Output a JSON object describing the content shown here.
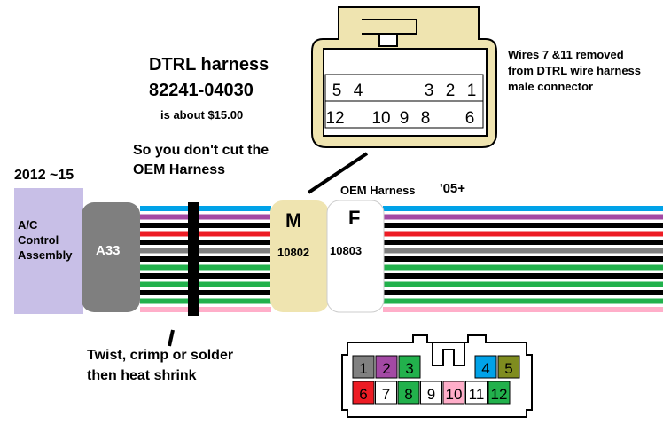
{
  "title": {
    "line1": "DTRL harness",
    "line2": "82241-04030",
    "price": "is about $15.00"
  },
  "note_no_cut": {
    "line1": "So you don't cut the",
    "line2": "OEM Harness"
  },
  "model_years": {
    "new": "2012 ~15",
    "old": "'05+"
  },
  "ac_assembly": {
    "line1": "A/C",
    "line2": "Control",
    "line3": "Assembly"
  },
  "a33_label": "A33",
  "oem_harness_label": "OEM Harness",
  "connector_m": {
    "letter": "M",
    "part": "10802"
  },
  "connector_f": {
    "letter": "F",
    "part": "10803"
  },
  "removed_note": {
    "line1": "Wires 7 &11 removed",
    "line2": "from DTRL wire harness",
    "line3": "male connector"
  },
  "instructions": {
    "line1": "Twist, crimp or solder",
    "line2": "then heat shrink"
  },
  "male_pins": {
    "top": [
      "5",
      "4",
      "",
      "3",
      "2",
      "1"
    ],
    "bottom": [
      "12",
      "",
      "10",
      "9",
      "8",
      "",
      "6"
    ]
  },
  "female_pins": {
    "top": [
      {
        "num": "1",
        "color": "#808080"
      },
      {
        "num": "2",
        "color": "#a349a4"
      },
      {
        "num": "3",
        "color": "#22b14c"
      },
      {
        "num": "4",
        "color": "#00a2e8"
      },
      {
        "num": "5",
        "color": "#7f8c1f"
      }
    ],
    "bottom": [
      {
        "num": "6",
        "color": "#ed1c24"
      },
      {
        "num": "7",
        "color": "#ffffff"
      },
      {
        "num": "8",
        "color": "#22b14c"
      },
      {
        "num": "9",
        "color": "#ffffff"
      },
      {
        "num": "10",
        "color": "#ffaec9"
      },
      {
        "num": "11",
        "color": "#ffffff"
      },
      {
        "num": "12",
        "color": "#22b14c"
      }
    ]
  },
  "colors": {
    "ac_box": "#c8bfe7",
    "a33": "#7f7f7f",
    "connector_m": "#efe4b0",
    "connector_f": "#ffffff"
  },
  "wires": [
    {
      "color": "#00a2e8"
    },
    {
      "color": "#a349a4"
    },
    {
      "color": "#000000"
    },
    {
      "color": "#ed1c24"
    },
    {
      "color": "#000000"
    },
    {
      "color": "#7f7f7f"
    },
    {
      "color": "#000000"
    },
    {
      "color": "#22b14c"
    },
    {
      "color": "#000000"
    },
    {
      "color": "#22b14c"
    },
    {
      "color": "#000000"
    },
    {
      "color": "#22b14c"
    },
    {
      "color": "#ffaec9"
    }
  ]
}
